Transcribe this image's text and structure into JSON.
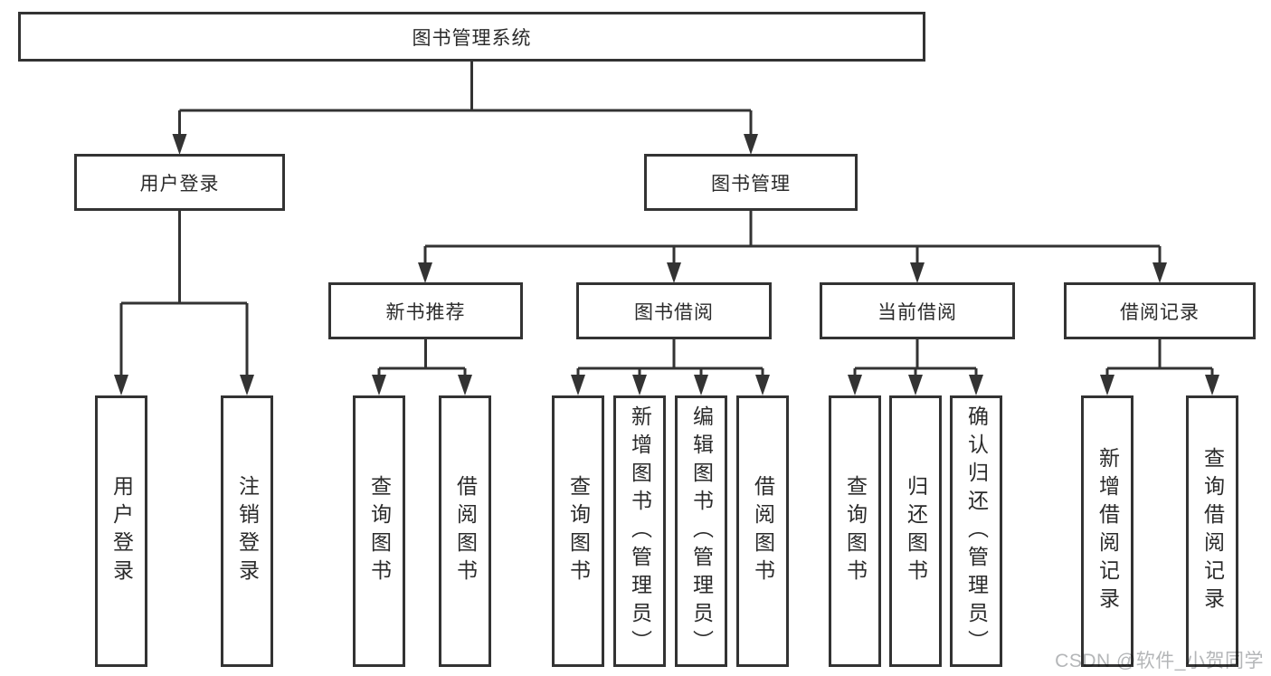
{
  "diagram": {
    "type": "hierarchy-tree",
    "watermark": "CSDN @软件_小贺同学",
    "colors": {
      "line": "#333333",
      "box_background": "#ffffff",
      "text": "#2b2b2b",
      "watermark": "#b4b6b8",
      "page_background": "#ffffff"
    },
    "tree": {
      "label": "图书管理系统",
      "children": [
        {
          "label": "用户登录",
          "children": [
            {
              "label": "用户登录"
            },
            {
              "label": "注销登录"
            }
          ]
        },
        {
          "label": "图书管理",
          "children": [
            {
              "label": "新书推荐",
              "children": [
                {
                  "label": "查询图书"
                },
                {
                  "label": "借阅图书"
                }
              ]
            },
            {
              "label": "图书借阅",
              "children": [
                {
                  "label": "查询图书"
                },
                {
                  "label": "新增图书（管理员）"
                },
                {
                  "label": "编辑图书（管理员）"
                },
                {
                  "label": "借阅图书"
                }
              ]
            },
            {
              "label": "当前借阅",
              "children": [
                {
                  "label": "查询图书"
                },
                {
                  "label": "归还图书"
                },
                {
                  "label": "确认归还（管理员）"
                }
              ]
            },
            {
              "label": "借阅记录",
              "children": [
                {
                  "label": "新增借阅记录"
                },
                {
                  "label": "查询借阅记录"
                }
              ]
            }
          ]
        }
      ]
    }
  }
}
